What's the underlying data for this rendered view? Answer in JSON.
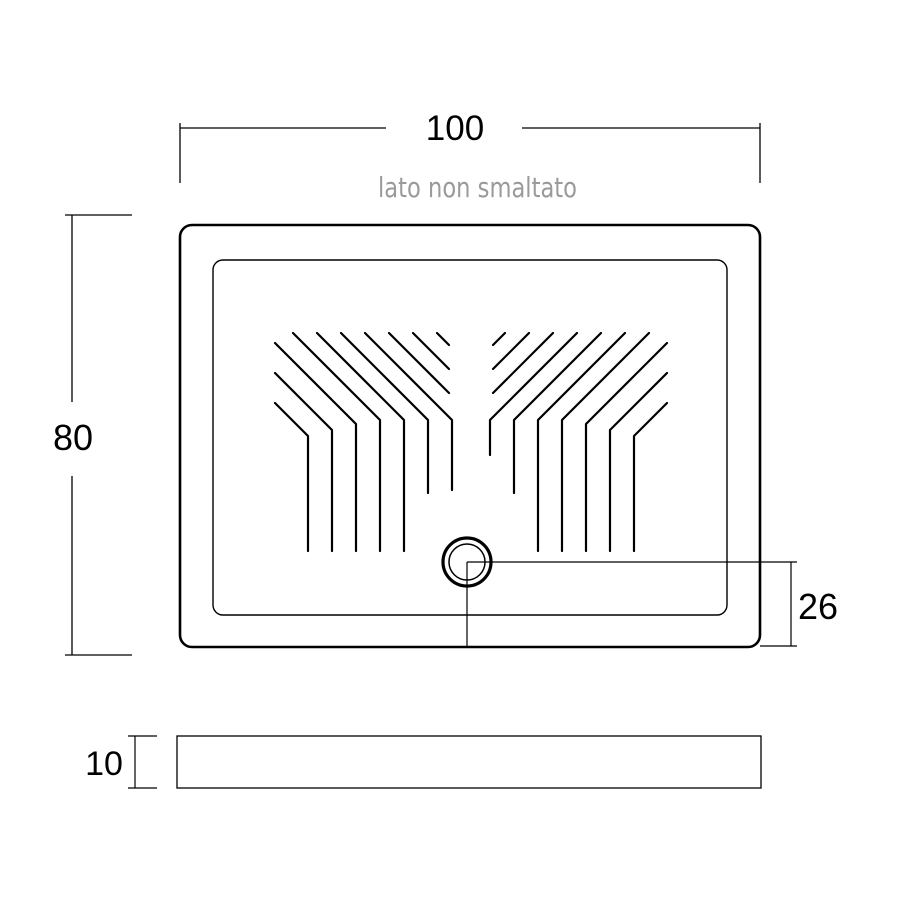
{
  "dimensions": {
    "width": "100",
    "depth": "80",
    "drain_offset": "26",
    "height": "10"
  },
  "labels": {
    "unglazed_side": "lato non smaltato"
  },
  "colors": {
    "line": "#000000",
    "note": "#9a9a9a"
  }
}
